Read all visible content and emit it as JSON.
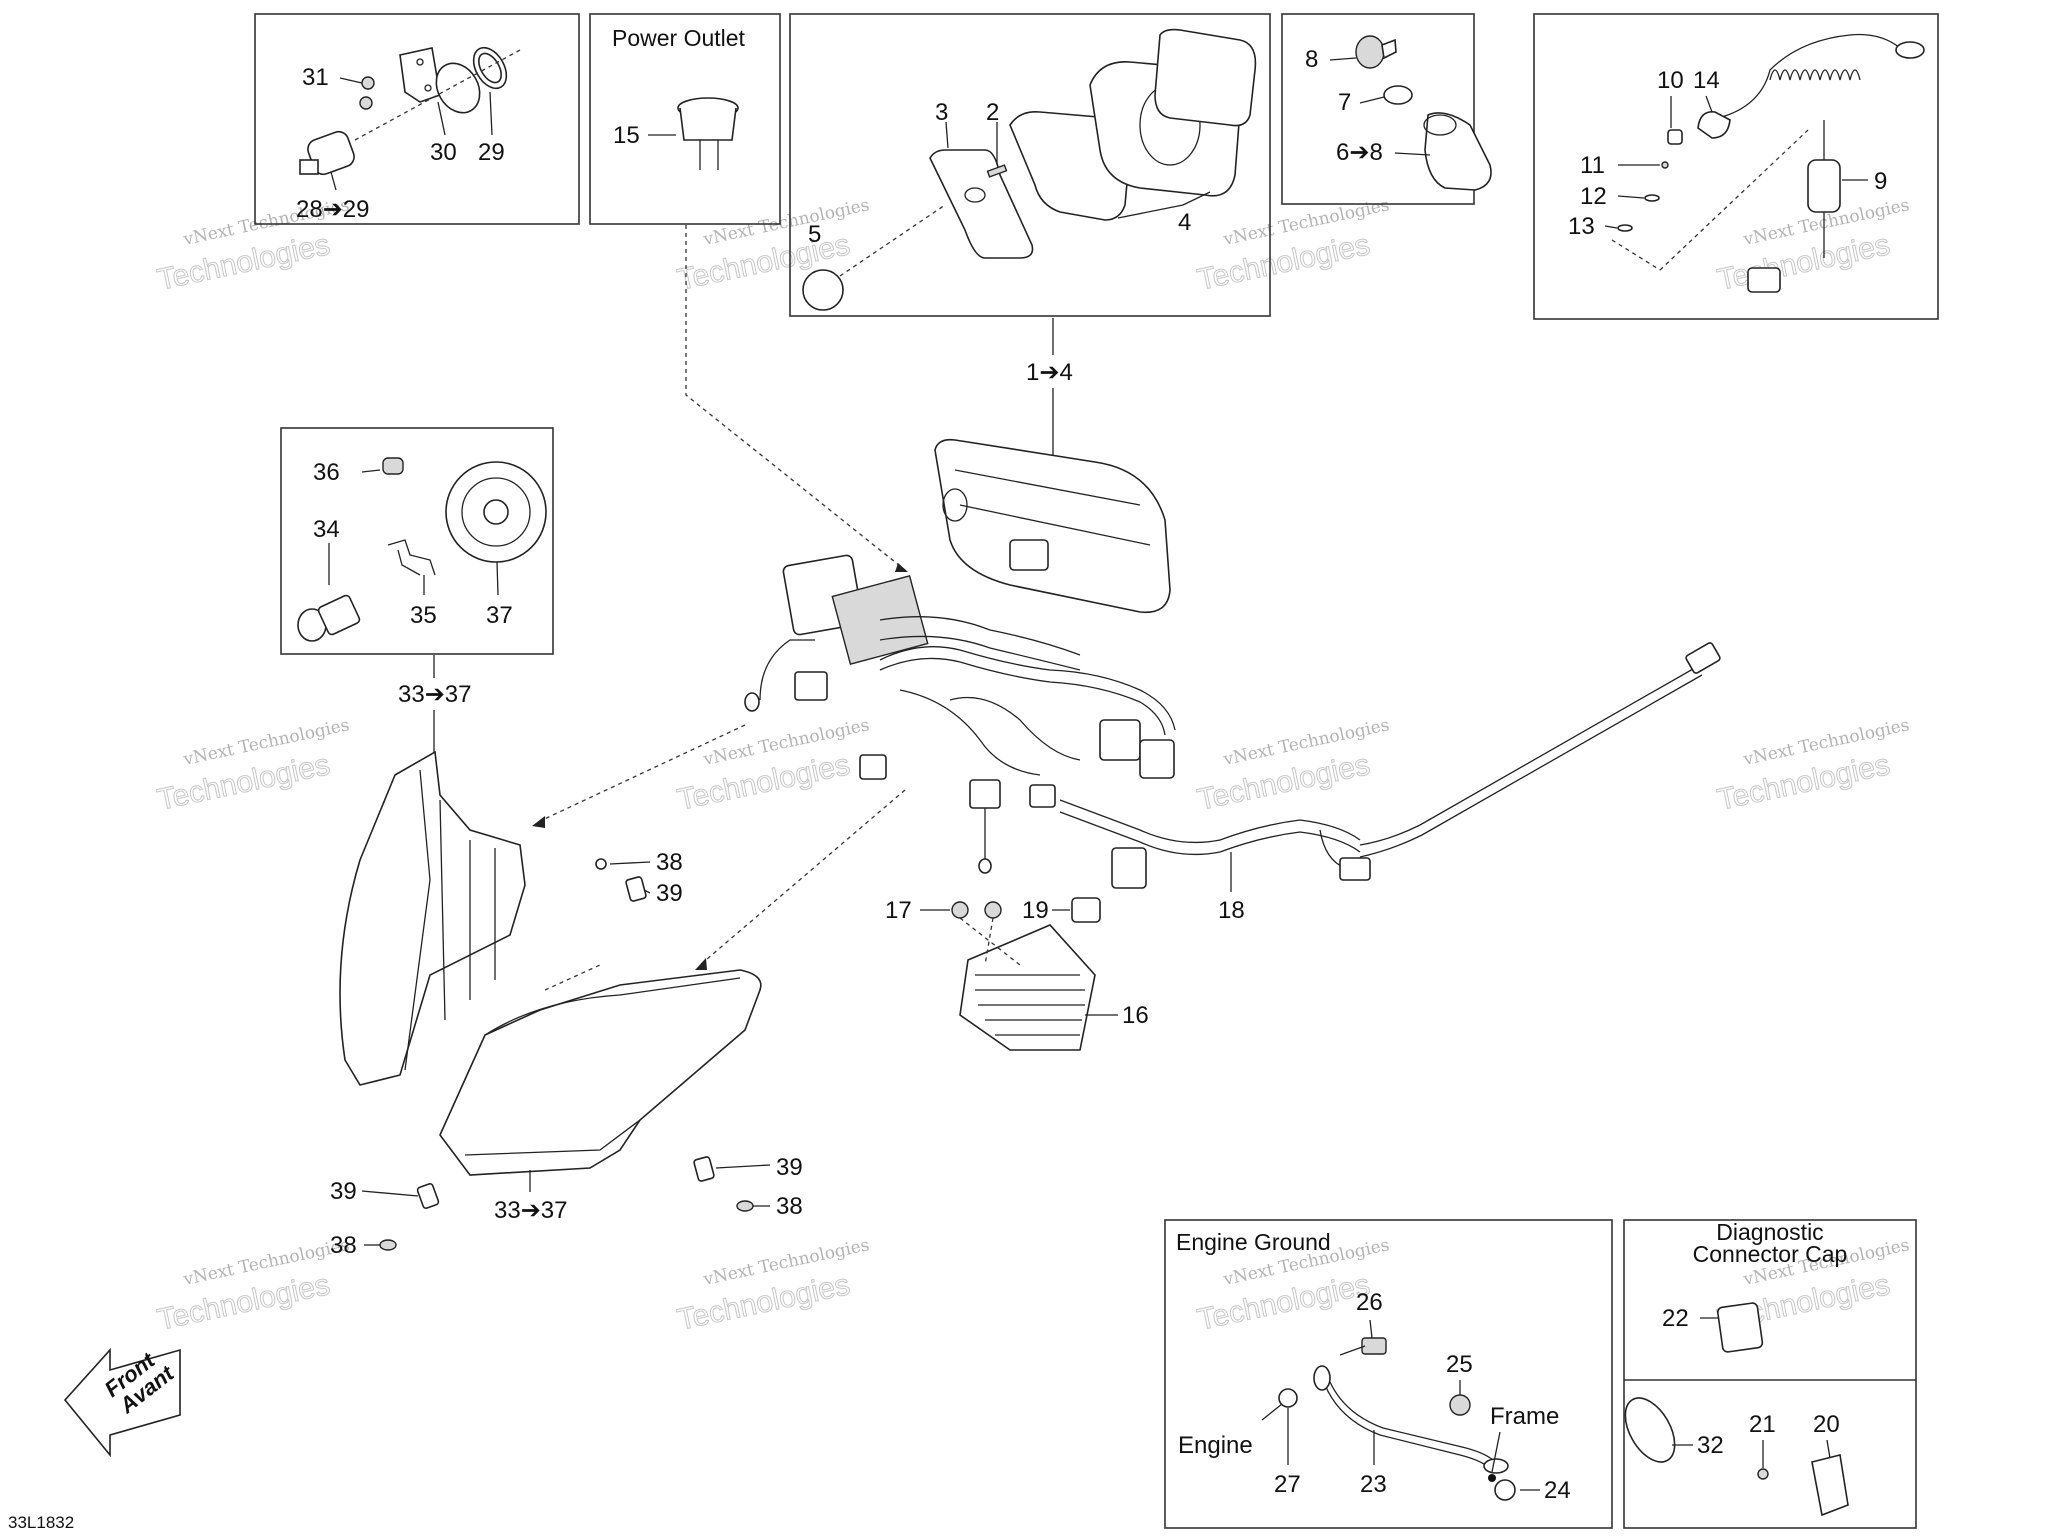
{
  "boxes": {
    "power_outlet_title": "Power Outlet",
    "engine_ground_title": "Engine Ground",
    "diagnostic_title_line1": "Diagnostic",
    "diagnostic_title_line2": "Connector Cap"
  },
  "callouts": {
    "c1_4": "1➔4",
    "c2": "2",
    "c3": "3",
    "c4": "4",
    "c5": "5",
    "c6_8": "6➔8",
    "c7": "7",
    "c8": "8",
    "c9": "9",
    "c10": "10",
    "c11": "11",
    "c12": "12",
    "c13": "13",
    "c14": "14",
    "c15": "15",
    "c16": "16",
    "c17": "17",
    "c18": "18",
    "c19": "19",
    "c20": "20",
    "c21": "21",
    "c22": "22",
    "c23": "23",
    "c24": "24",
    "c25": "25",
    "c26": "26",
    "c27": "27",
    "c28_29": "28➔29",
    "c29": "29",
    "c30": "30",
    "c31": "31",
    "c32": "32",
    "c33_37_a": "33➔37",
    "c33_37_b": "33➔37",
    "c34": "34",
    "c35": "35",
    "c36": "36",
    "c37": "37",
    "c38_a": "38",
    "c38_b": "38",
    "c38_c": "38",
    "c39_a": "39",
    "c39_b": "39",
    "c39_c": "39",
    "engine": "Engine",
    "frame": "Frame"
  },
  "front_arrow": {
    "line1": "Front",
    "line2": "Avant"
  },
  "drawing_code": "33L1832",
  "watermark": {
    "line1": "vNext Technologies",
    "line2": "Technologies"
  }
}
